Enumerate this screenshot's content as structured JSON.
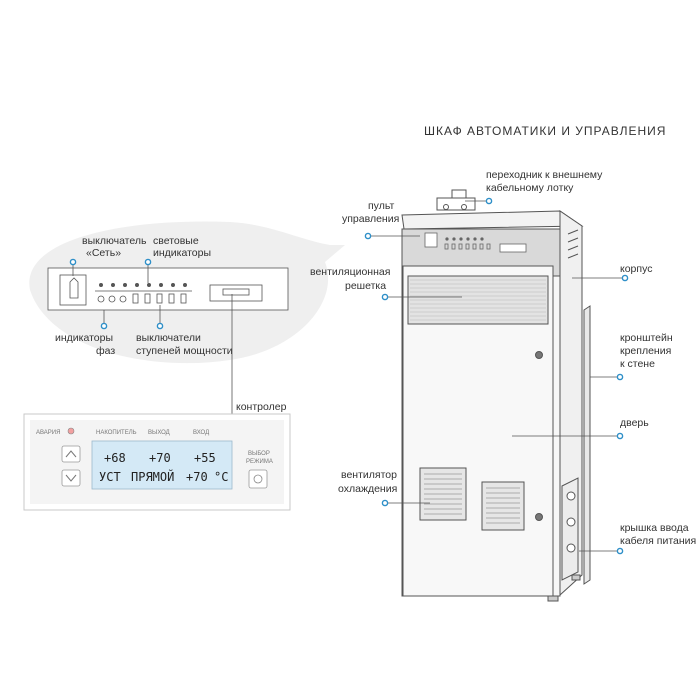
{
  "title": "ШКАФ АВТОМАТИКИ И УПРАВЛЕНИЯ",
  "labels": {
    "adapter": [
      "переходник к внешнему",
      "кабельному лотку"
    ],
    "panel": [
      "пульт",
      "управления"
    ],
    "housing": "корпус",
    "grille": [
      "вентиляционная",
      "решетка"
    ],
    "bracket": [
      "кронштейн",
      "крепления",
      "к стене"
    ],
    "door": "дверь",
    "fan": [
      "вентилятор",
      "охлаждения"
    ],
    "cable_cover": [
      "крышка ввода",
      "кабеля питания"
    ],
    "mains_switch": [
      "выключатель",
      "«Сеть»"
    ],
    "light_indicators": [
      "световые",
      "индикаторы"
    ],
    "phase_indicators": [
      "индикаторы",
      "фаз"
    ],
    "stage_switches": [
      "выключатели",
      "ступеней мощности"
    ],
    "controller": "контролер"
  },
  "controller": {
    "alarm_label": "АВАРИЯ",
    "col_storage": "НАКОПИТЕЛЬ",
    "col_output": "ВЫХОД",
    "col_input": "ВХОД",
    "mode_label": [
      "ВЫБОР",
      "РЕЖИМА"
    ],
    "lcd_row1": [
      "+68",
      "+70",
      "+55"
    ],
    "lcd_row2": [
      "УСТ",
      "ПРЯМОЙ",
      "+70",
      "°C"
    ]
  },
  "colors": {
    "accent": "#2e8fc8",
    "line": "#555555",
    "bubble": "#efefef",
    "lcd": "#d4e9f6"
  }
}
